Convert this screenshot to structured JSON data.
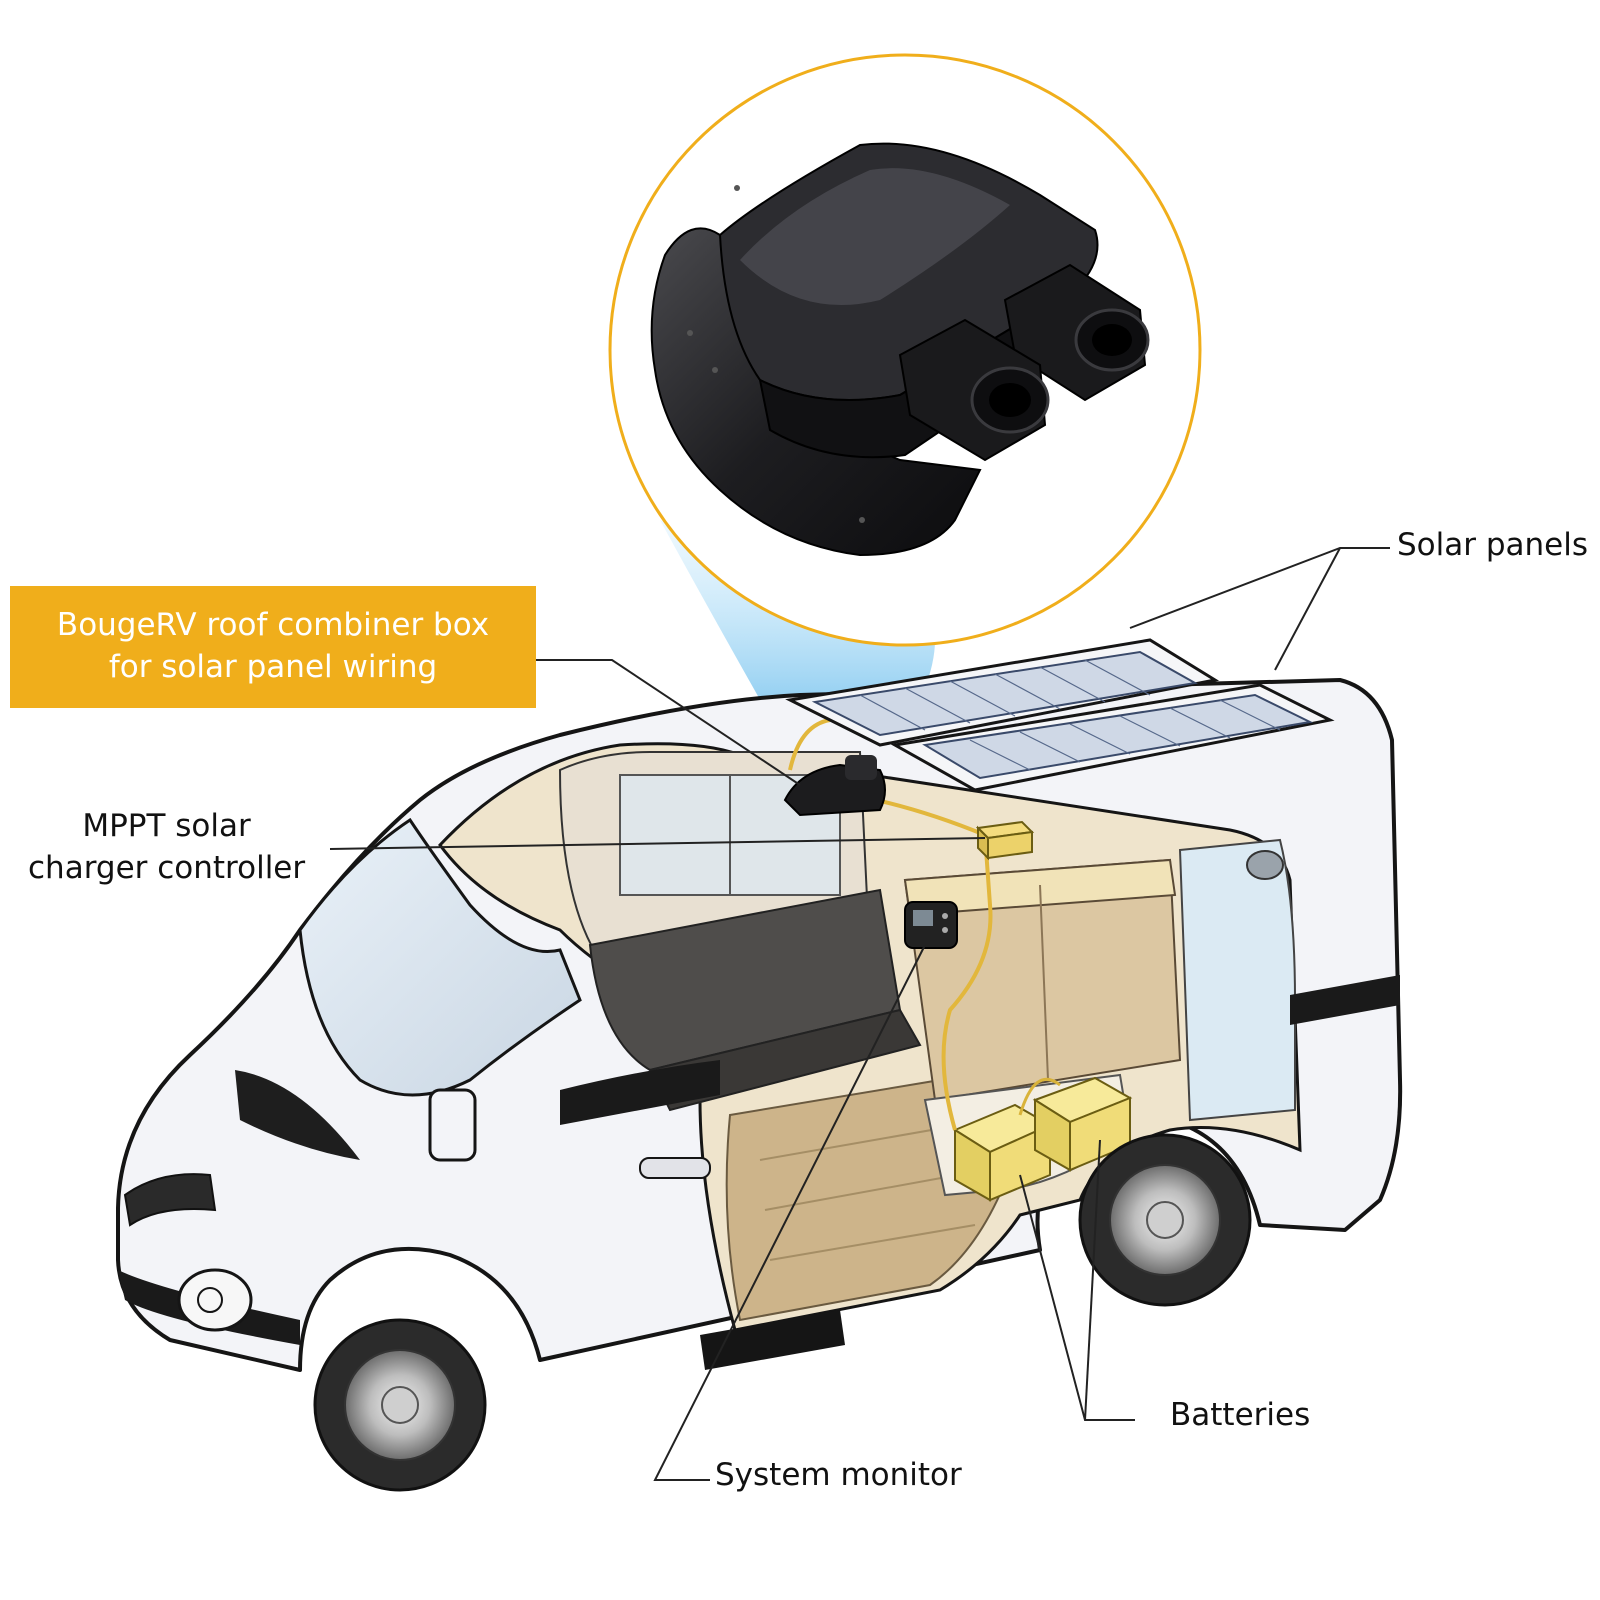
{
  "callout": {
    "line1": "BougeRV roof combiner box",
    "line2": "for solar panel wiring"
  },
  "labels": {
    "solar_panels": "Solar panels",
    "mppt_line1": "MPPT solar",
    "mppt_line2": "charger controller",
    "batteries": "Batteries",
    "system_monitor": "System monitor"
  },
  "colors": {
    "callout_bg": "#f0ae1b",
    "callout_text": "#ffffff",
    "zoom_circle_border": "#f0ae1b",
    "beam": "#8fd0f2",
    "van_body": "#f3f4f8",
    "van_stripe": "#1a1a1a",
    "battery": "#f2e07a",
    "interior_wood": "#d8c39a",
    "combiner_box": "#1c1c1e"
  },
  "icons": {
    "combiner": "roof-combiner-box-icon",
    "controller": "mppt-controller-icon",
    "monitor": "system-monitor-icon",
    "battery": "battery-icon",
    "panel": "solar-panel-icon"
  }
}
